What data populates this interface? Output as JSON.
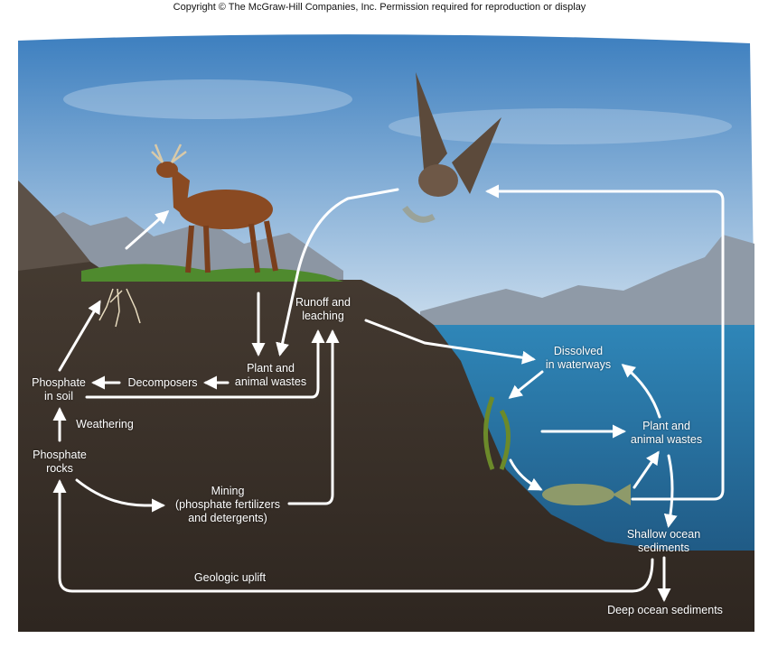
{
  "copyright": "Copyright © The McGraw-Hill Companies, Inc. Permission required for reproduction or display",
  "labels": {
    "runoff": [
      "Runoff and",
      "leaching"
    ],
    "dissolved": [
      "Dissolved",
      "in waterways"
    ],
    "plant_wastes_land": [
      "Plant and",
      "animal wastes"
    ],
    "phosphate_soil": [
      "Phosphate",
      "in soil"
    ],
    "decomposers": "Decomposers",
    "weathering": "Weathering",
    "phosphate_rocks": [
      "Phosphate",
      "rocks"
    ],
    "mining": [
      "Mining",
      "(phosphate fertilizers",
      "and detergents)"
    ],
    "plant_wastes_water": [
      "Plant and",
      "animal wastes"
    ],
    "shallow": [
      "Shallow ocean",
      "sediments"
    ],
    "geologic_uplift": "Geologic uplift",
    "deep": "Deep ocean sediments"
  },
  "colors": {
    "sky_top": "#3d7fbf",
    "sky_bottom": "#c9dced",
    "soil": "#3b322b",
    "water": "#2f78a8",
    "grass": "#4f8a2e",
    "mountains": "#8c96a3",
    "arrow": "#ffffff"
  }
}
